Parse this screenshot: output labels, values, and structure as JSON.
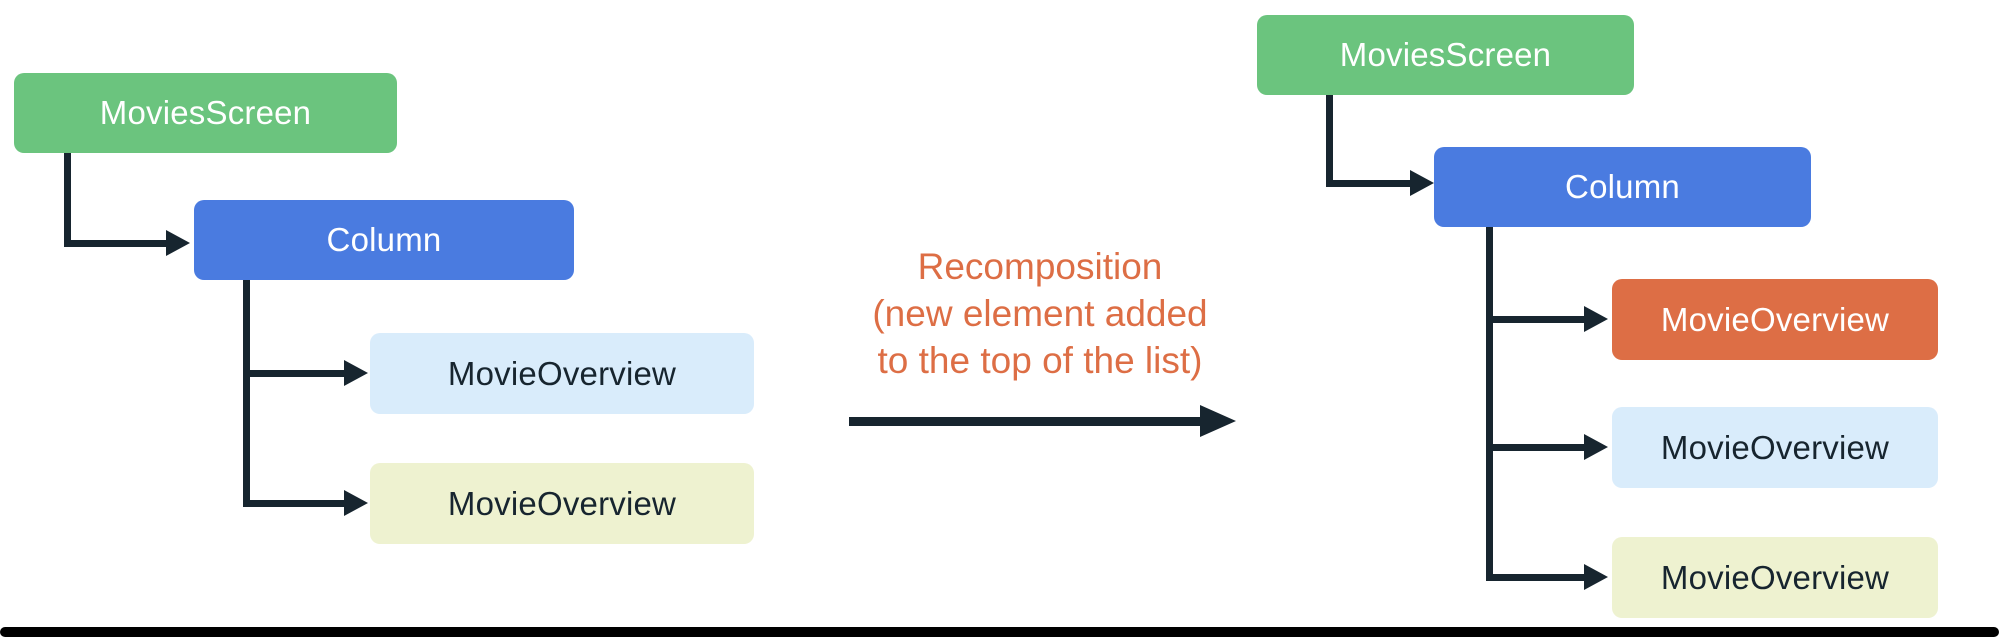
{
  "colors": {
    "green": "#6BC47E",
    "blue": "#4A7BE0",
    "light-blue": "#D9ECFB",
    "cream": "#EEF2D0",
    "orange": "#DD6E45",
    "line": "#17252F",
    "dark-text": "#17252F"
  },
  "left_tree": {
    "root_label": "MoviesScreen",
    "column_label": "Column",
    "items": [
      {
        "label": "MovieOverview"
      },
      {
        "label": "MovieOverview"
      }
    ]
  },
  "annotation": {
    "line1": "Recomposition",
    "line2": "(new element added",
    "line3": "to the top of the list)"
  },
  "right_tree": {
    "root_label": "MoviesScreen",
    "column_label": "Column",
    "items": [
      {
        "label": "MovieOverview"
      },
      {
        "label": "MovieOverview"
      },
      {
        "label": "MovieOverview"
      }
    ]
  }
}
